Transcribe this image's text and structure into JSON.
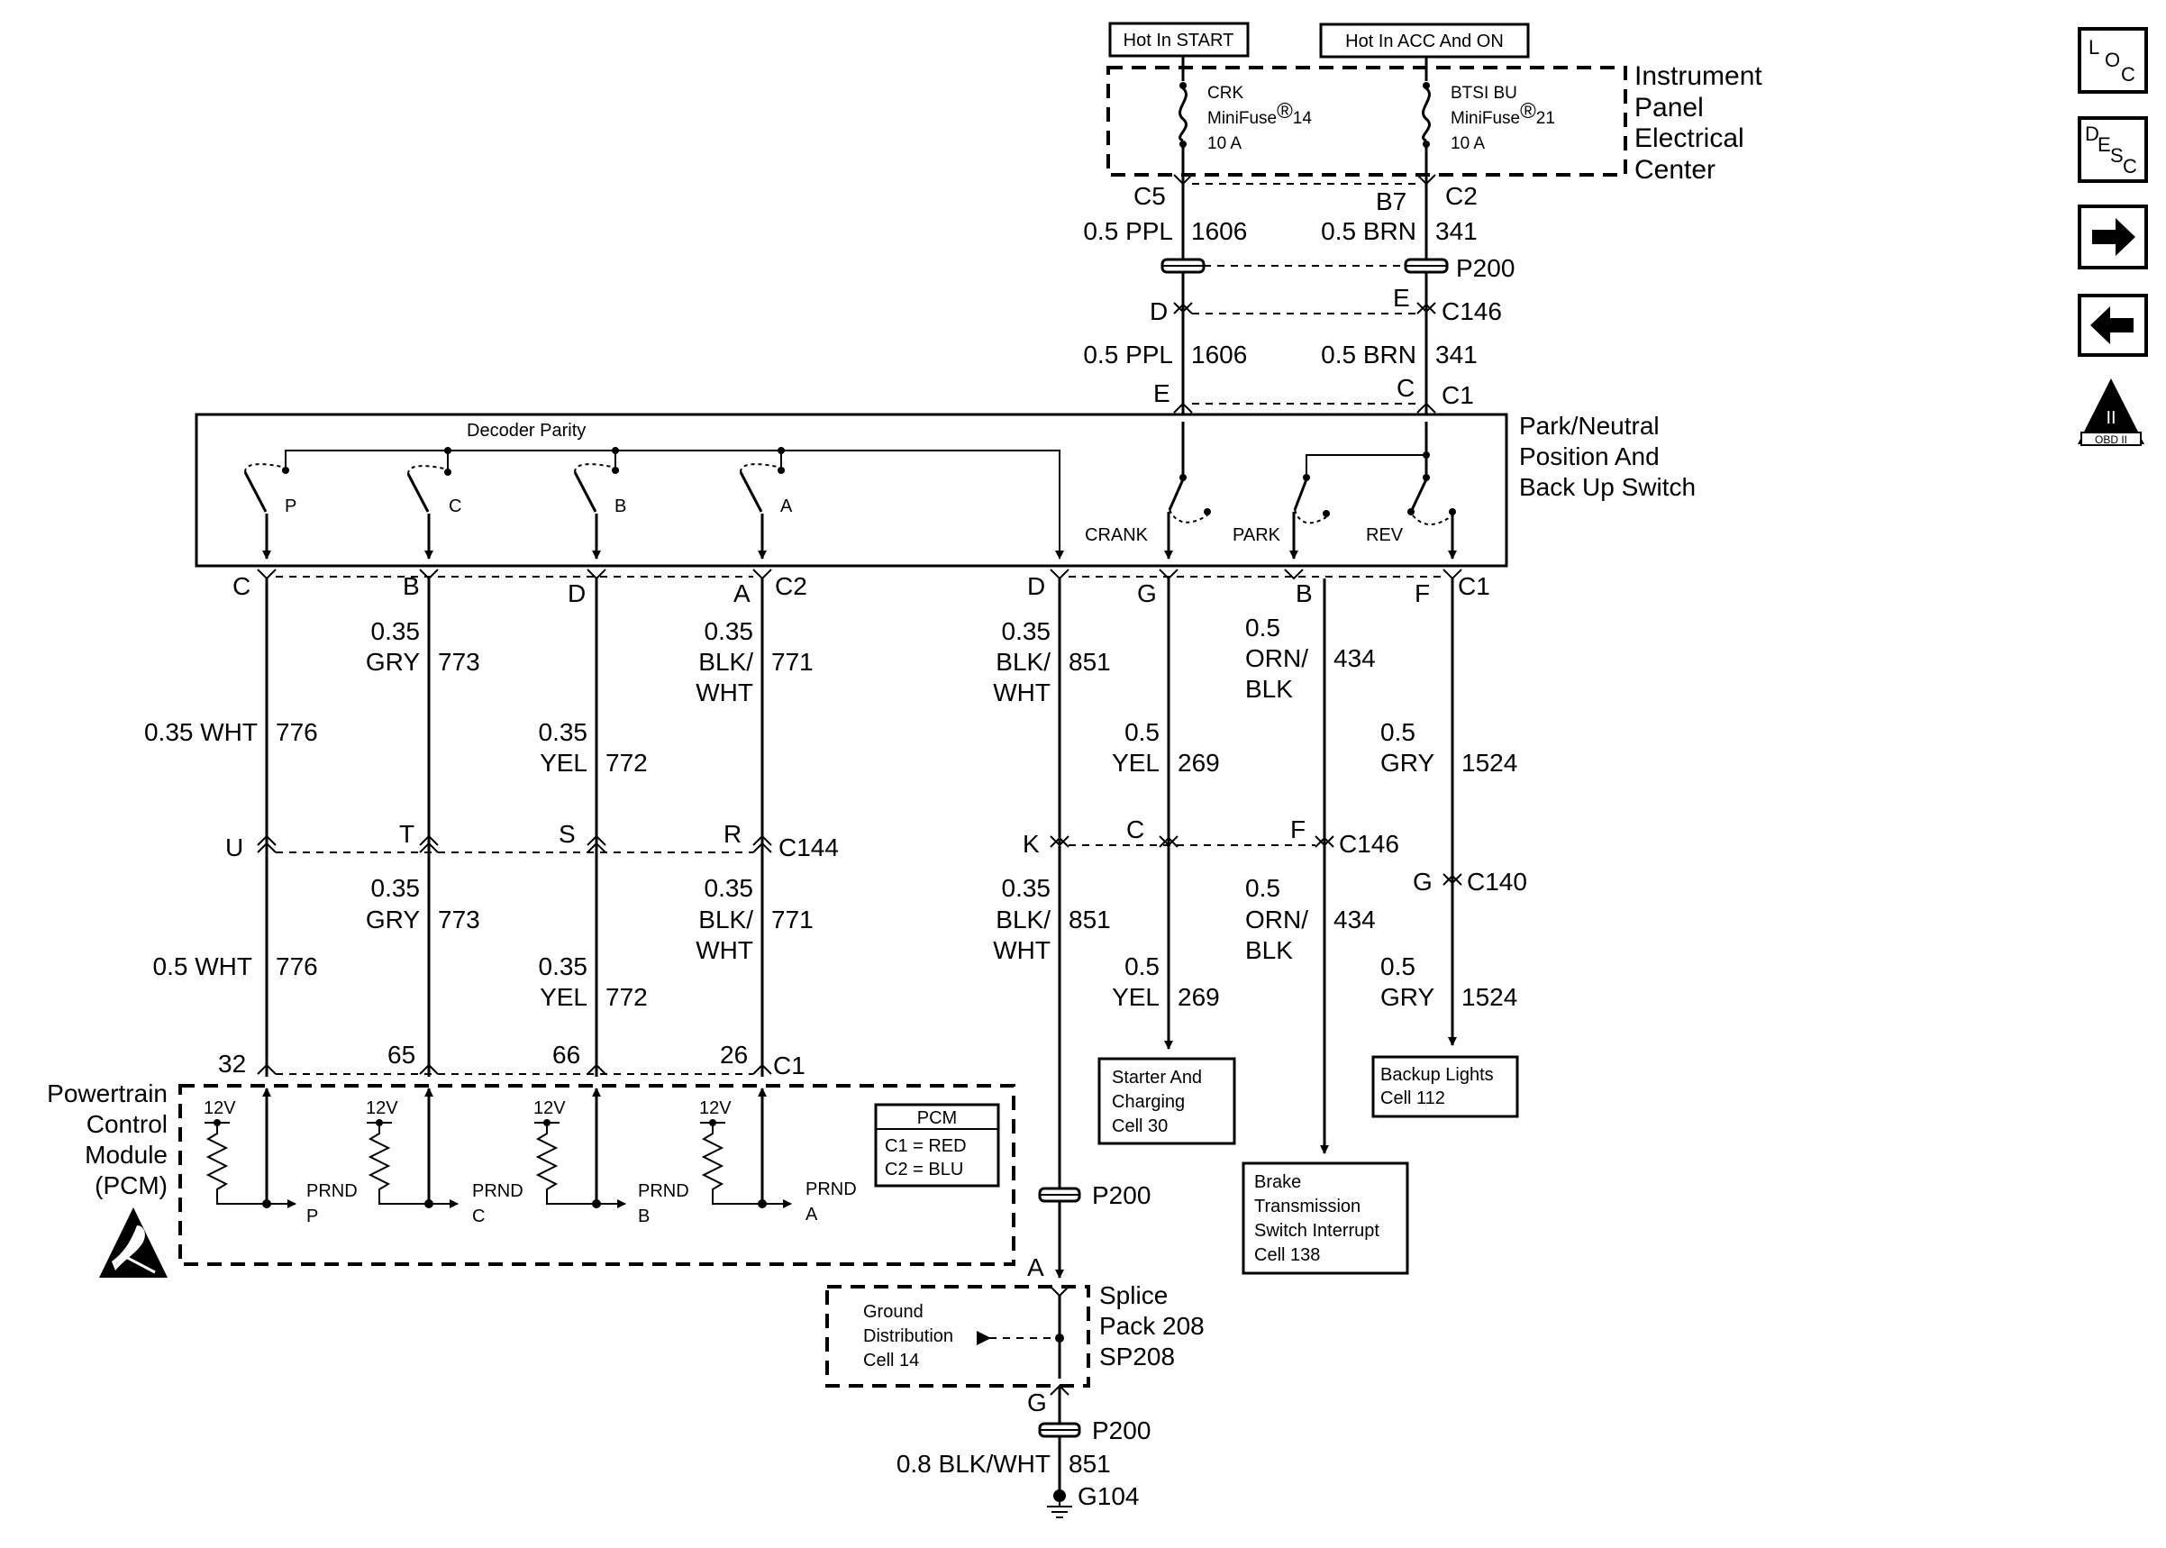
{
  "ipec": {
    "hot_start": "Hot In START",
    "hot_acc_on": "Hot In ACC And ON",
    "title": [
      "Instrument",
      "Panel",
      "Electrical",
      "Center"
    ],
    "fuse_crk": [
      "CRK",
      "MiniFuse",
      "10 A"
    ],
    "fuse_crk_reg": "®",
    "fuse_crk_num": "14",
    "fuse_btsi": [
      "BTSI BU",
      "MiniFuse",
      "10 A"
    ],
    "fuse_btsi_reg": "®",
    "fuse_btsi_num": "21"
  },
  "upper_wires": {
    "c5": "C5",
    "b7": "B7",
    "c2": "C2",
    "gauge_ppl": "0.5 PPL",
    "circuit_1606": "1606",
    "gauge_brn": "0.5 BRN",
    "circuit_341": "341",
    "p200": "P200",
    "d": "D",
    "e": "E",
    "c146": "C146",
    "gauge_ppl_2": "0.5 PPL",
    "circuit_1606_2": "1606",
    "gauge_brn_2": "0.5 BRN",
    "circuit_341_2": "341",
    "pin_e": "E",
    "pin_c": "C",
    "c1": "C1"
  },
  "switch": {
    "title": [
      "Park/Neutral",
      "Position And",
      "Back Up Switch"
    ],
    "decoder": "Decoder Parity",
    "contacts": [
      "P",
      "C",
      "B",
      "A"
    ],
    "crank": "CRANK",
    "park": "PARK",
    "rev": "REV"
  },
  "switch_pins": {
    "left": [
      "C",
      "B",
      "D",
      "A"
    ],
    "c2": "C2",
    "right": [
      "D",
      "G",
      "B",
      "F"
    ],
    "c1": "C1"
  },
  "upper_labels": {
    "w776": [
      "0.35 WHT",
      "776"
    ],
    "w773": [
      "0.35",
      "GRY",
      "773"
    ],
    "w772": [
      "0.35",
      "YEL",
      "772"
    ],
    "w771": [
      "0.35",
      "BLK/",
      "WHT",
      "771"
    ],
    "w851": [
      "0.35",
      "BLK/",
      "WHT",
      "851"
    ],
    "w269": [
      "0.5",
      "YEL",
      "269"
    ],
    "w434": [
      "0.5",
      "ORN/",
      "BLK",
      "434"
    ],
    "w1524": [
      "0.5",
      "GRY",
      "1524"
    ]
  },
  "mid_connectors": {
    "c144_pins": [
      "U",
      "T",
      "S",
      "R"
    ],
    "c144": "C144",
    "c146_pins": [
      "K",
      "C",
      "F"
    ],
    "c146": "C146",
    "c140_pin": "G",
    "c140": "C140"
  },
  "lower_labels": {
    "w776": [
      "0.5 WHT",
      "776"
    ],
    "w773": [
      "0.35",
      "GRY",
      "773"
    ],
    "w772": [
      "0.35",
      "YEL",
      "772"
    ],
    "w771": [
      "0.35",
      "BLK/",
      "WHT",
      "771"
    ],
    "w851": [
      "0.35",
      "BLK/",
      "WHT",
      "851"
    ],
    "w269": [
      "0.5",
      "YEL",
      "269"
    ],
    "w434": [
      "0.5",
      "ORN/",
      "BLK",
      "434"
    ],
    "w1524": [
      "0.5",
      "GRY",
      "1524"
    ]
  },
  "pcm": {
    "pins": [
      "32",
      "65",
      "66",
      "26"
    ],
    "c1": "C1",
    "title": [
      "Powertrain",
      "Control",
      "Module",
      "(PCM)"
    ],
    "v12": "12V",
    "prnd": "PRND",
    "outputs": [
      "P",
      "C",
      "B",
      "A"
    ],
    "legend_title": "PCM",
    "legend": [
      "C1 = RED",
      "C2 = BLU"
    ]
  },
  "destinations": {
    "starter": [
      "Starter And",
      "Charging",
      "Cell 30"
    ],
    "backup": [
      "Backup Lights",
      "Cell 112"
    ],
    "brake": [
      "Brake",
      "Transmission",
      "Switch Interrupt",
      "Cell 138"
    ]
  },
  "ground": {
    "p200": "P200",
    "pin_a": "A",
    "splice_title": [
      "Splice",
      "Pack 208",
      "SP208"
    ],
    "ground_dist": [
      "Ground",
      "Distribution",
      "Cell 14"
    ],
    "pin_g": "G",
    "p200_2": "P200",
    "gauge": "0.8 BLK/WHT",
    "circuit": "851",
    "g104": "G104"
  },
  "nav": {
    "loc": [
      "L",
      "O",
      "C"
    ],
    "desc": [
      "D",
      "E",
      "S",
      "C"
    ],
    "obd": "OBD II",
    "obd_roman": "II"
  }
}
